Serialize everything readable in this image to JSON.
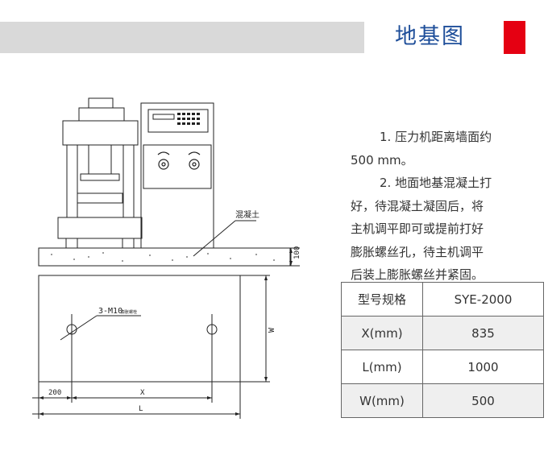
{
  "header": {
    "title": "地基图"
  },
  "drawing": {
    "concrete_label": "混凝土",
    "depth_label": "100",
    "hole_label": "3-M10",
    "hole_note": "膨胀螺栓",
    "dim_200": "200",
    "dim_x": "X",
    "dim_l": "L",
    "dim_w": "W"
  },
  "notes": {
    "item1_line1": "1. 压力机距离墙面约",
    "item1_line2": "500 mm。",
    "item2_line1": "2. 地面地基混凝土打",
    "item2_line2": "好，待混凝土凝固后，将",
    "item2_line3": "主机调平即可或提前打好",
    "item2_line4": "膨胀螺丝孔，待主机调平",
    "item2_line5": "后装上膨胀螺丝并紧固。"
  },
  "table": {
    "header": [
      "型号规格",
      "SYE-2000"
    ],
    "rows": [
      [
        "X(mm)",
        "835"
      ],
      [
        "L(mm)",
        "1000"
      ],
      [
        "W(mm)",
        "500"
      ]
    ]
  }
}
